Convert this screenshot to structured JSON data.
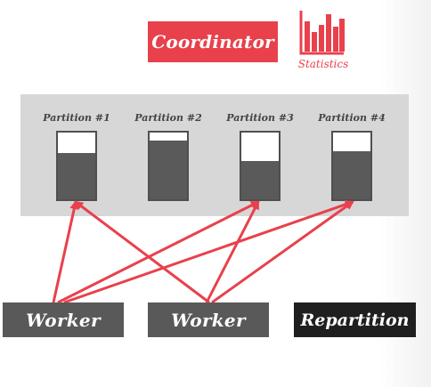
{
  "coordinator": {
    "label": "Coordinator",
    "color": "#e8414c"
  },
  "statistics": {
    "label": "Statistics",
    "icon": "bar-chart-icon"
  },
  "partitions": [
    {
      "label": "Partition #1",
      "fill_fraction": 0.69
    },
    {
      "label": "Partition #2",
      "fill_fraction": 0.88
    },
    {
      "label": "Partition #3",
      "fill_fraction": 0.57
    },
    {
      "label": "Partition #4",
      "fill_fraction": 0.72
    }
  ],
  "workers": [
    {
      "label": "Worker"
    },
    {
      "label": "Worker"
    }
  ],
  "repartition": {
    "label": "Repartition"
  },
  "colors": {
    "accent": "#e8414c",
    "worker": "#595959",
    "repartition": "#1f1f1f",
    "panel": "#d7d7d7"
  }
}
